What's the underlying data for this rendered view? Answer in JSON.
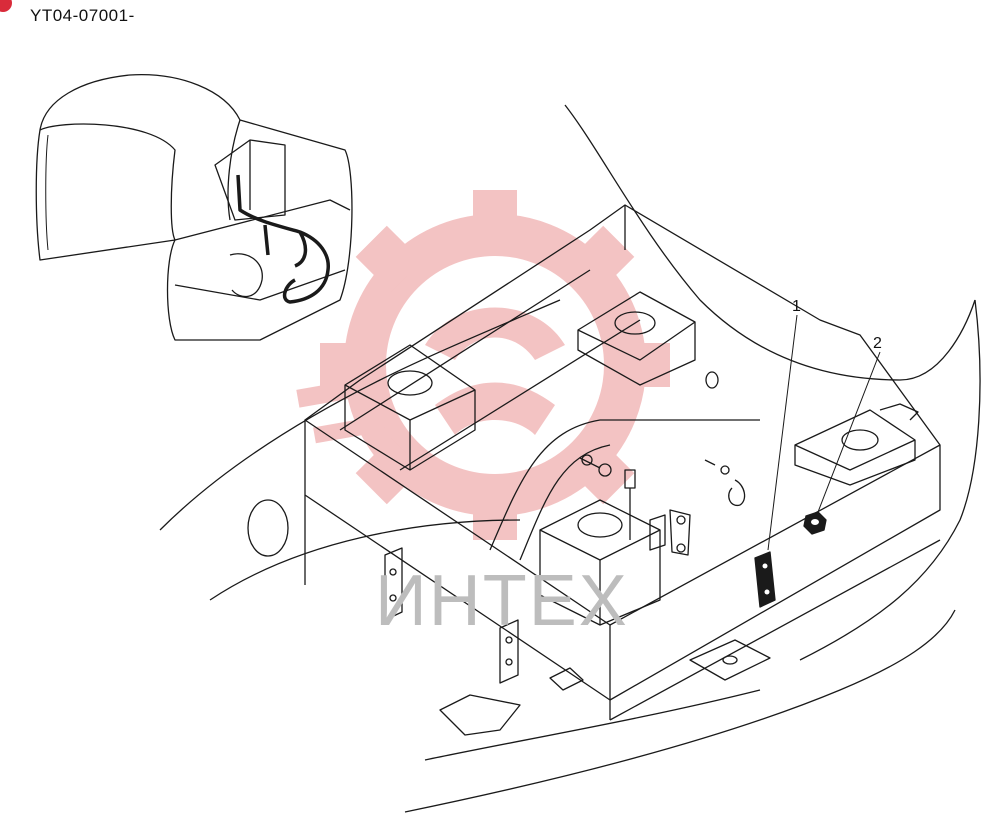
{
  "header": {
    "code": "YT04-07001-"
  },
  "callouts": [
    {
      "label": "1"
    },
    {
      "label": "2"
    }
  ],
  "watermark": {
    "text": "ИНТЕХ",
    "logo_color": "#f2b9b9",
    "text_color": "#bdbdbd"
  },
  "colors": {
    "line": "#1a1a1a",
    "corner_dot": "#d92b3a"
  },
  "icons": {
    "watermark_logo": "gear-icon",
    "corner_marker": "red-dot-icon"
  }
}
